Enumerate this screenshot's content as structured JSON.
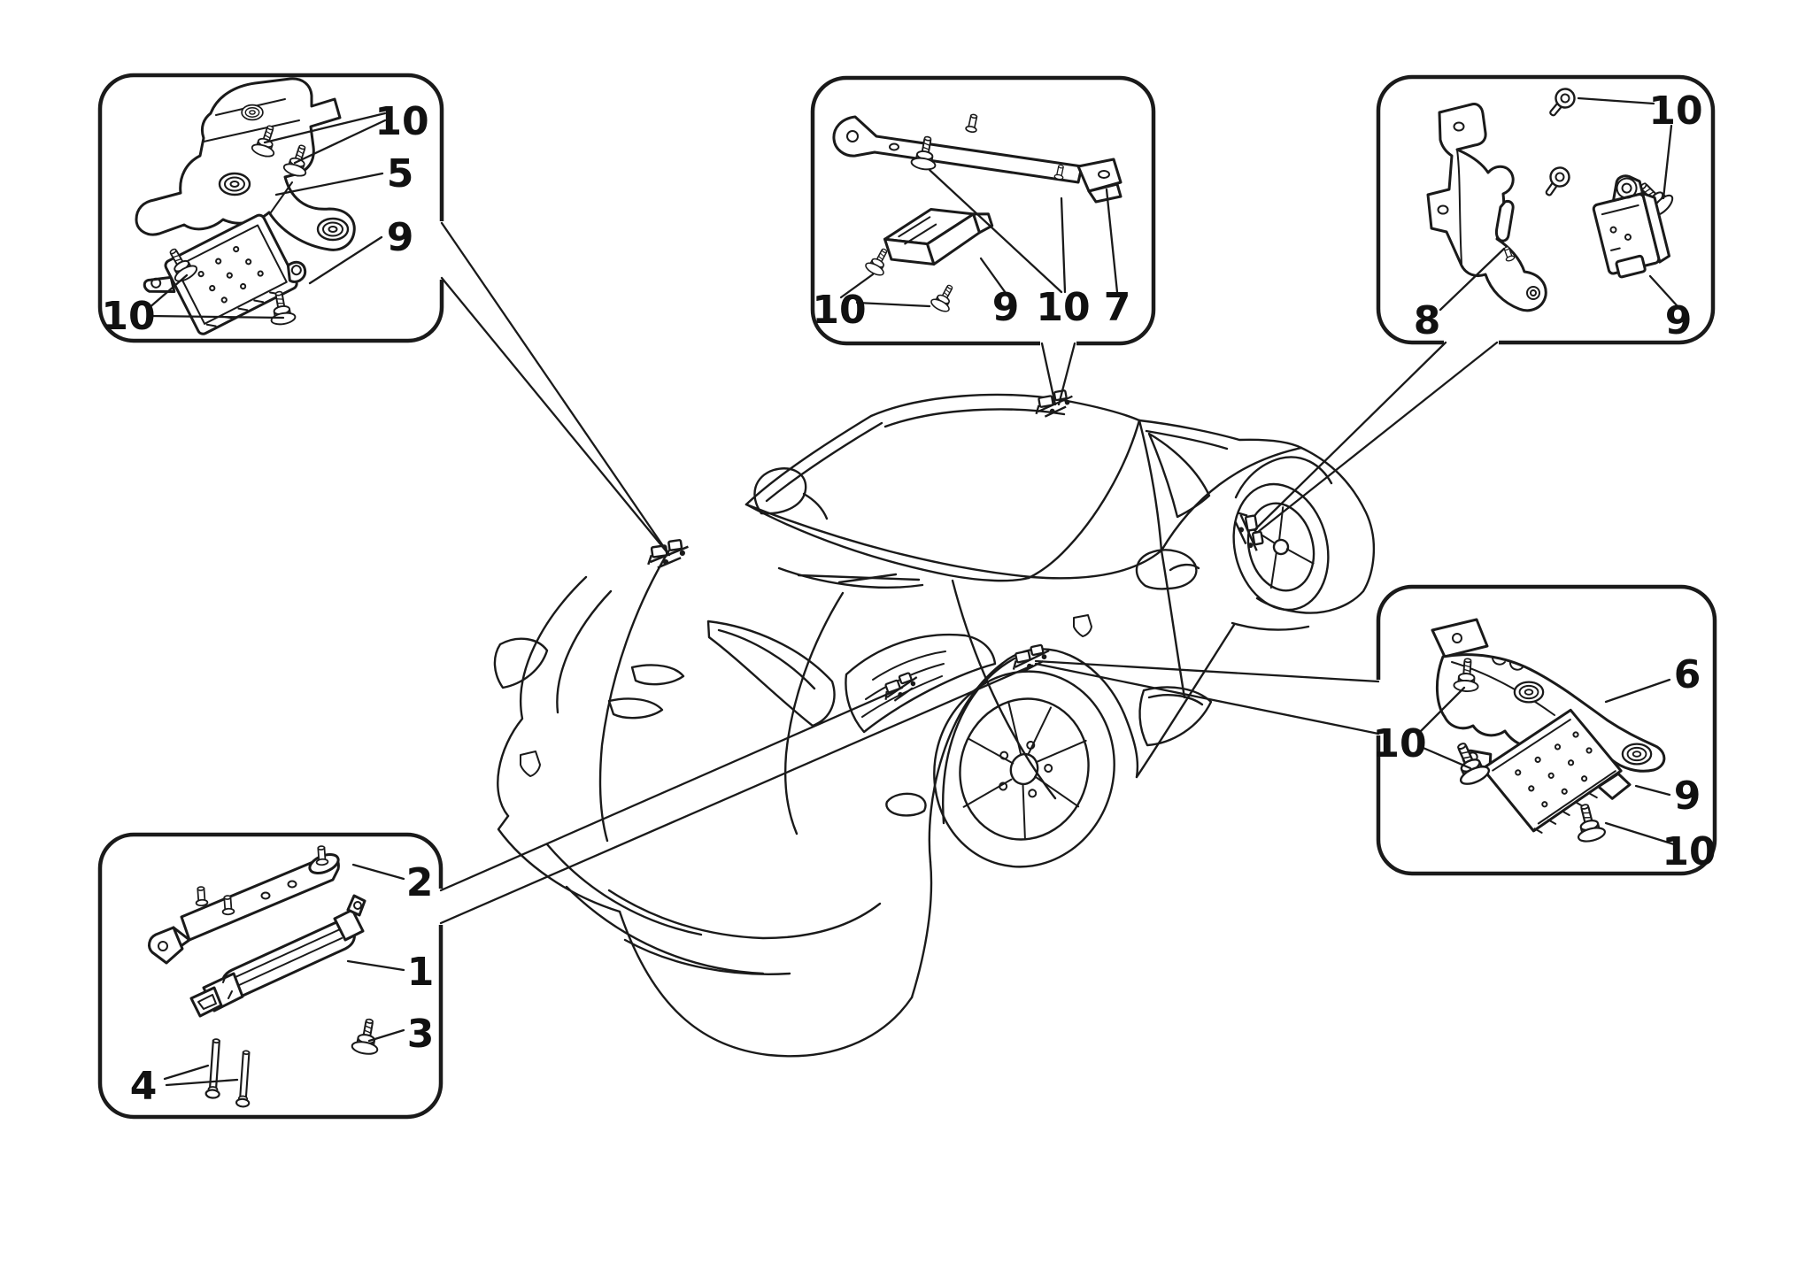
{
  "page": {
    "background": "#ffffff",
    "line_color": "#1a1a1a",
    "label_color": "#111111"
  },
  "callouts": {
    "top_left": {
      "labels": [
        {
          "text": "10"
        },
        {
          "text": "5"
        },
        {
          "text": "9"
        },
        {
          "text": "10"
        }
      ]
    },
    "top_center": {
      "labels": [
        {
          "text": "10"
        },
        {
          "text": "9"
        },
        {
          "text": "10"
        },
        {
          "text": "7"
        }
      ]
    },
    "top_right": {
      "labels": [
        {
          "text": "10"
        },
        {
          "text": "8"
        },
        {
          "text": "9"
        }
      ]
    },
    "middle_right": {
      "labels": [
        {
          "text": "6"
        },
        {
          "text": "10"
        },
        {
          "text": "9"
        },
        {
          "text": "10"
        }
      ]
    },
    "bottom_left": {
      "labels": [
        {
          "text": "2"
        },
        {
          "text": "1"
        },
        {
          "text": "3"
        },
        {
          "text": "4"
        }
      ]
    }
  }
}
